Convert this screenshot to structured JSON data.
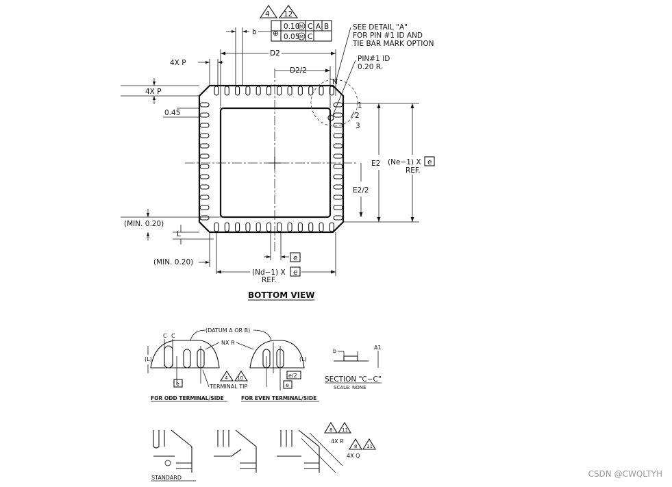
{
  "watermark": "CSDN @CWQLTYH",
  "bottom_view": {
    "title": "BOTTOM VIEW",
    "note_refs": [
      "4",
      "12"
    ],
    "fcf": {
      "symbol": "⊕",
      "b_label": "b",
      "row1": {
        "tol": "0.10",
        "mod": "M",
        "datums": [
          "C",
          "A",
          "B"
        ]
      },
      "row2": {
        "tol": "0.05",
        "mod": "M",
        "datums": [
          "C"
        ]
      }
    },
    "see_detail": [
      "SEE DETAIL \"A\"",
      "FOR PIN #1 ID AND",
      "TIE BAR MARK OPTION"
    ],
    "pin1_id": [
      "PIN#1 ID",
      "0.20 R."
    ],
    "d2": "D2",
    "d2_half": "D2/2",
    "four_x_p_1": "4X P",
    "four_x_p_2": "4X P",
    "dim_045": "0.45",
    "n_label": "N",
    "pin_numbers": [
      "1",
      "2",
      "3"
    ],
    "e2": "E2",
    "e2_half": "E2/2",
    "ne_ref": {
      "expr": "(Ne−1) X",
      "box": "e",
      "ref": "REF."
    },
    "nd_ref": {
      "expr": "(Nd−1) X",
      "box": "e",
      "ref": "REF."
    },
    "e_box": "e",
    "min_020_a": "(MIN. 0.20)",
    "min_020_b": "(MIN. 0.20)",
    "l_label": "L"
  },
  "terminal_detail": {
    "c_labels": [
      "C",
      "C"
    ],
    "datum_note": "(DATUM A OR B)",
    "nx_r": "NX R",
    "l_left": "(L)",
    "l_right": "(L)",
    "e_box_left": "e",
    "e_half_box": "e/2",
    "e_box_right": "e",
    "note_refs": [
      "4",
      "10"
    ],
    "terminal_tip": "TERMINAL TIP",
    "odd_caption": "FOR ODD TERMINAL/SIDE",
    "even_caption": "FOR EVEN TERMINAL/SIDE"
  },
  "section_cc": {
    "b_label": "b",
    "a1_label": "A1",
    "title": "SECTION \"C−C\"",
    "scale": "SCALE: NONE"
  },
  "corner_options": {
    "standard_label": "STANDARD",
    "refs_top": [
      "8",
      "11"
    ],
    "refs_bottom": [
      "8",
      "11"
    ],
    "four_x_r": "4X R",
    "four_x_q": "4X Q"
  }
}
